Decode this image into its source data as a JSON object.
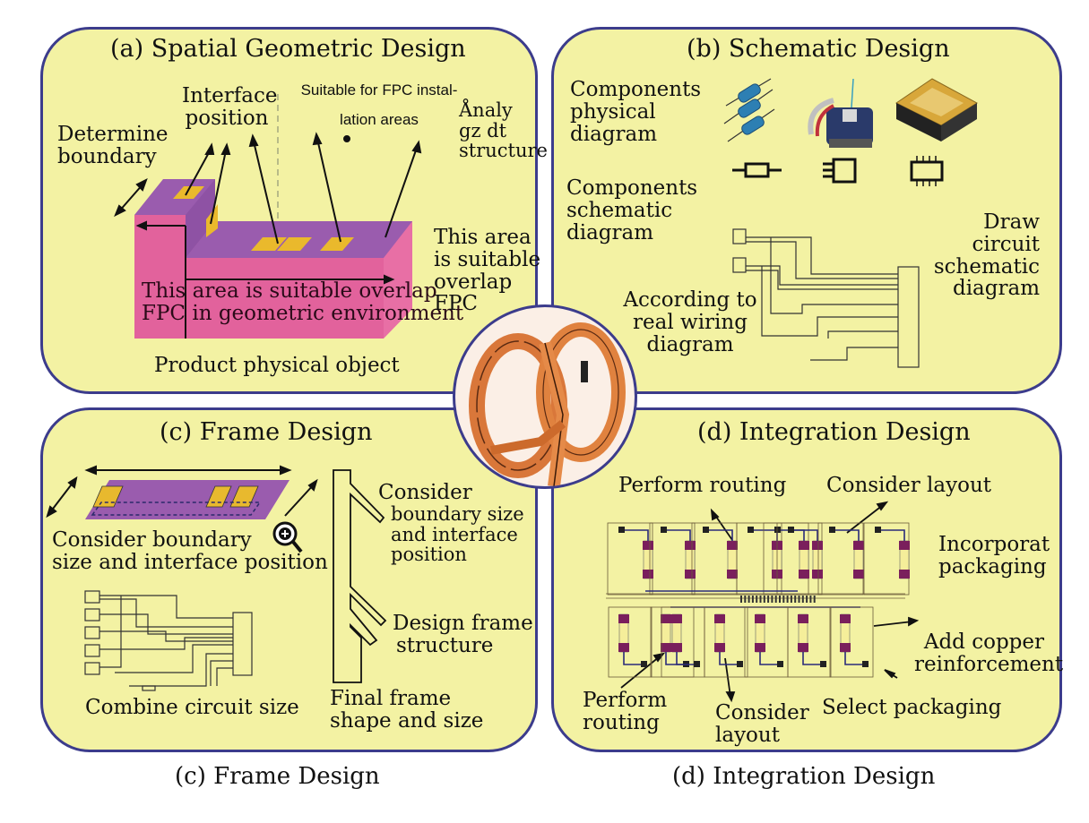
{
  "panels": {
    "a": {
      "title": "(a) Spatial Geometric Design",
      "determine_boundary": [
        "Determine",
        "boundary"
      ],
      "interface_position": [
        "Interface",
        "position"
      ],
      "suitable_installation": [
        "Suitable for FPC instal-",
        "lation areas"
      ],
      "analyze_structure": [
        "Ånaly",
        "gz dt",
        "structure"
      ],
      "overlap_inside": [
        "This area is suitable overlap",
        "FPC in geometric environment"
      ],
      "overlap_side": [
        "This area",
        "is suitable",
        "overlap",
        "FPC"
      ],
      "product_object": "Product physical object"
    },
    "b": {
      "title": "(b)  Schematic Design",
      "physical_diagram": [
        "Components",
        "physical",
        "diagram"
      ],
      "schematic_diagram": [
        "Components",
        "schematic",
        "diagram"
      ],
      "real_wiring": [
        "According to",
        "real wiring",
        "diagram"
      ],
      "draw_circuit": [
        "Draw",
        "circuit",
        "schematic",
        "diagram"
      ],
      "component_icons": [
        "resistor-photo",
        "connector-photo",
        "chip-photo"
      ],
      "symbol_icons": [
        "resistor-symbol",
        "connector-symbol",
        "chip-symbol"
      ]
    },
    "c": {
      "title": "(c)  Frame Design",
      "boundary_interface": [
        "Consider boundary",
        "size and interface position"
      ],
      "combine_circuit": "Combine circuit size",
      "consider_boundary": [
        "Consider",
        "boundary size",
        "and interface",
        "position"
      ],
      "design_frame": [
        "Design frame",
        "structure"
      ],
      "final_frame": [
        "Final frame",
        "shape and size"
      ],
      "zoom_icon": "magnifier-plus-icon"
    },
    "d": {
      "title": "(d)  Integration Design",
      "perform_routing_top": "Perform routing",
      "consider_layout_top": "Consider layout",
      "incorporate_packaging": [
        "Incorporat",
        "packaging"
      ],
      "add_copper": [
        "Add copper",
        "reinforcement"
      ],
      "perform_routing_bottom": [
        "Perform",
        "routing"
      ],
      "consider_layout_bottom": [
        "Consider",
        "layout"
      ],
      "select_packaging": "Select packaging"
    }
  },
  "captions": {
    "c": "(c)  Frame Design",
    "d": "(d)  Integration Design"
  },
  "center_image": "fpc-product-photo",
  "colors": {
    "panel_bg": "#f3f2a3",
    "panel_border": "#3c3c8c",
    "fpc_purple": "#9b5fb0",
    "fpc_pink": "#e0609b",
    "pad_gold": "#e8b92e",
    "copper": "#d9773a"
  }
}
